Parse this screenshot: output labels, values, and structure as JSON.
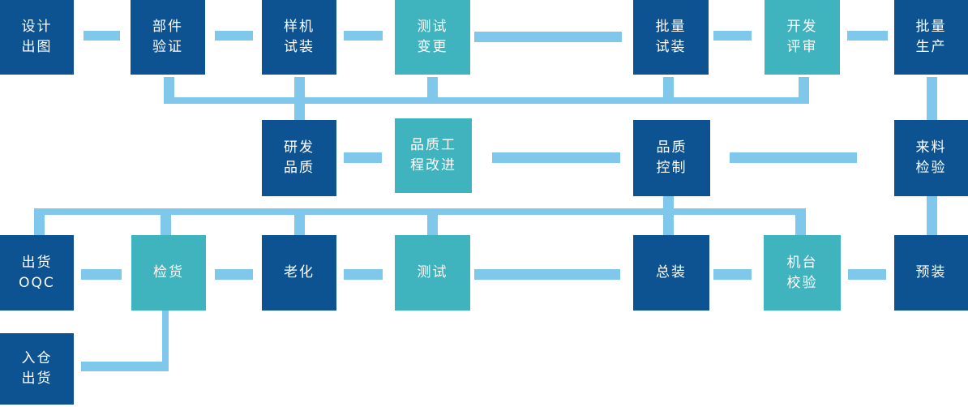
{
  "diagram": {
    "type": "process-flowchart",
    "language": "zh-CN",
    "colors": {
      "primary_box": "#0d5392",
      "accent_box": "#3fb3be",
      "connector": "#7fc8ec",
      "box_text": "#ffffff",
      "background": "#ffffff"
    },
    "nodes": [
      {
        "id": "design-drawing",
        "label": "设计\n出图",
        "style": "primary"
      },
      {
        "id": "component-verification",
        "label": "部件\n验证",
        "style": "primary"
      },
      {
        "id": "prototype-trial-assembly",
        "label": "样机\n试装",
        "style": "primary"
      },
      {
        "id": "test-change",
        "label": "测试\n变更",
        "style": "accent"
      },
      {
        "id": "batch-trial-assembly",
        "label": "批量\n试装",
        "style": "primary"
      },
      {
        "id": "development-review",
        "label": "开发\n评审",
        "style": "accent"
      },
      {
        "id": "mass-production",
        "label": "批量\n生产",
        "style": "primary"
      },
      {
        "id": "rd-quality",
        "label": "研发\n品质",
        "style": "primary"
      },
      {
        "id": "quality-engineering-improvement",
        "label": "品质工\n程改进",
        "style": "accent"
      },
      {
        "id": "quality-control",
        "label": "品质\n控制",
        "style": "primary"
      },
      {
        "id": "incoming-inspection",
        "label": "来料\n检验",
        "style": "primary"
      },
      {
        "id": "shipping-oqc",
        "label": "出货\nOQC",
        "style": "primary"
      },
      {
        "id": "goods-inspection",
        "label": "检货",
        "style": "accent"
      },
      {
        "id": "aging",
        "label": "老化",
        "style": "primary"
      },
      {
        "id": "testing",
        "label": "测试",
        "style": "accent"
      },
      {
        "id": "final-assembly",
        "label": "总装",
        "style": "primary"
      },
      {
        "id": "machine-calibration",
        "label": "机台\n校验",
        "style": "accent"
      },
      {
        "id": "pre-assembly",
        "label": "预装",
        "style": "primary"
      },
      {
        "id": "warehouse-shipping",
        "label": "入仓\n出货",
        "style": "primary"
      }
    ],
    "edges": [
      [
        "design-drawing",
        "component-verification"
      ],
      [
        "component-verification",
        "prototype-trial-assembly"
      ],
      [
        "prototype-trial-assembly",
        "test-change"
      ],
      [
        "test-change",
        "batch-trial-assembly"
      ],
      [
        "batch-trial-assembly",
        "development-review"
      ],
      [
        "development-review",
        "mass-production"
      ],
      [
        "component-verification",
        "rd-quality-bus"
      ],
      [
        "prototype-trial-assembly",
        "rd-quality-bus"
      ],
      [
        "test-change",
        "rd-quality-bus"
      ],
      [
        "batch-trial-assembly",
        "rd-quality-bus"
      ],
      [
        "development-review",
        "rd-quality-bus"
      ],
      [
        "rd-quality-bus",
        "rd-quality"
      ],
      [
        "rd-quality",
        "quality-engineering-improvement"
      ],
      [
        "quality-engineering-improvement",
        "quality-control"
      ],
      [
        "quality-control",
        "incoming-inspection"
      ],
      [
        "mass-production",
        "incoming-inspection"
      ],
      [
        "quality-control",
        "production-bus"
      ],
      [
        "production-bus",
        "shipping-oqc"
      ],
      [
        "production-bus",
        "goods-inspection"
      ],
      [
        "production-bus",
        "aging"
      ],
      [
        "production-bus",
        "testing"
      ],
      [
        "production-bus",
        "final-assembly"
      ],
      [
        "production-bus",
        "machine-calibration"
      ],
      [
        "incoming-inspection",
        "pre-assembly"
      ],
      [
        "pre-assembly",
        "machine-calibration"
      ],
      [
        "machine-calibration",
        "final-assembly"
      ],
      [
        "final-assembly",
        "testing"
      ],
      [
        "testing",
        "aging"
      ],
      [
        "aging",
        "goods-inspection"
      ],
      [
        "goods-inspection",
        "shipping-oqc"
      ],
      [
        "goods-inspection",
        "warehouse-shipping"
      ]
    ]
  }
}
